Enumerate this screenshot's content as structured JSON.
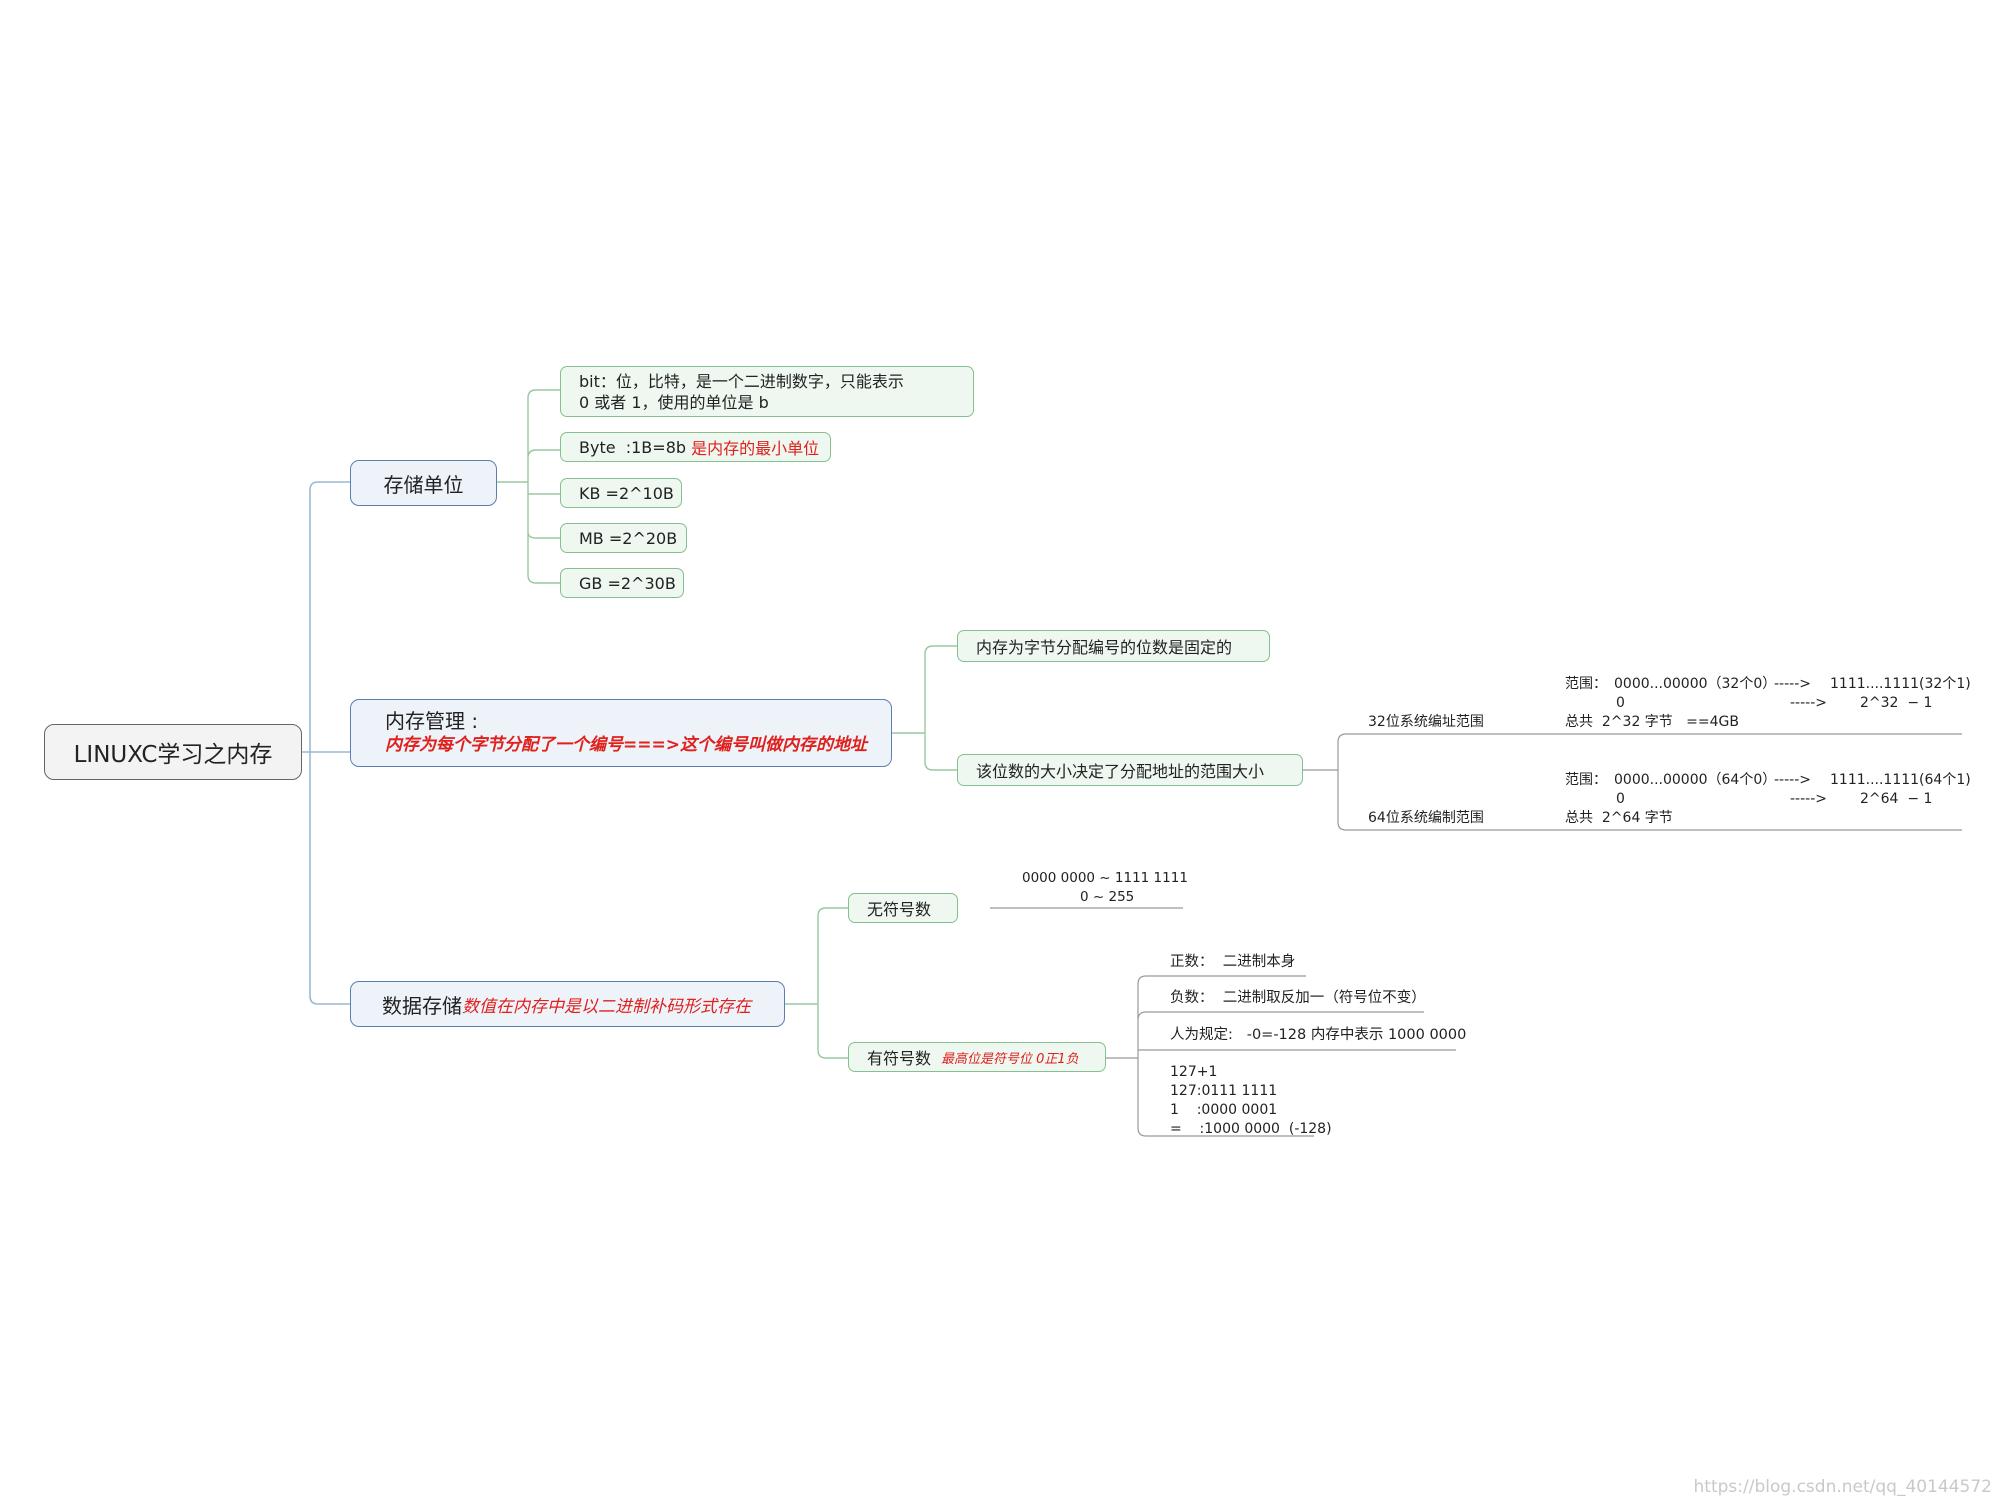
{
  "title": "LINUXC学习之内存",
  "storage_unit": {
    "label": "存储单位",
    "items": [
      {
        "line1": "bit：位，比特，是一个二进制数字，只能表示",
        "line2": "0 或者 1，使用的单位是  b"
      },
      {
        "text": "Byte  :1B=8b ",
        "highlight": "是内存的最小单位"
      },
      {
        "text": "KB =2^10B"
      },
      {
        "text": "MB =2^20B"
      },
      {
        "text": "GB =2^30B"
      }
    ]
  },
  "memory_management": {
    "label": "内存管理 :",
    "sublabel": "内存为每个字节分配了一个编号===>这个编号叫做内存的地址",
    "items": [
      {
        "text": "内存为字节分配编号的位数是固定的"
      },
      {
        "text": "该位数的大小决定了分配地址的范围大小"
      }
    ],
    "ranges": [
      {
        "label": "32位系统编址范围",
        "range_prefix": "范围：",
        "range_low": "0000...00000（32个0）",
        "range_arrow": "----->",
        "range_high": "1111....1111(32个1)",
        "row2_low": "0",
        "row2_arrow": "----->",
        "row2_high": "2^32  − 1",
        "total": "总共  2^32 字节   ==4GB"
      },
      {
        "label": "64位系统编制范围",
        "range_prefix": "范围：",
        "range_low": "0000...00000（64个0）",
        "range_arrow": "----->",
        "range_high": "1111....1111(64个1)",
        "row2_low": "0",
        "row2_arrow": "----->",
        "row2_high": "2^64  − 1",
        "total": "总共  2^64 字节"
      }
    ]
  },
  "data_storage": {
    "label": "数据存储",
    "highlight": "数值在内存中是以二进制补码形式存在",
    "unsigned": {
      "label": "无符号数",
      "line1": "0000 0000 ~ 1111 1111",
      "line2": "0 ~ 255"
    },
    "signed": {
      "label": "有符号数",
      "highlight": "最高位是符号位 0正1负",
      "notes": [
        "正数：  二进制本身",
        "负数：  二进制取反加一（符号位不变）",
        "人为规定:   -0=-128 内存中表示 1000 0000"
      ],
      "calc": [
        "127+1",
        "127:0111 1111",
        "1    :0000 0001",
        "=    :1000 0000  (-128)"
      ]
    }
  },
  "watermark": "https://blog.csdn.net/qq_40144572",
  "colors": {
    "l1_border": "#5a7fb0",
    "l2_border": "#86c08e",
    "highlight": "#e0201c",
    "connector": "#9ab9d4"
  }
}
